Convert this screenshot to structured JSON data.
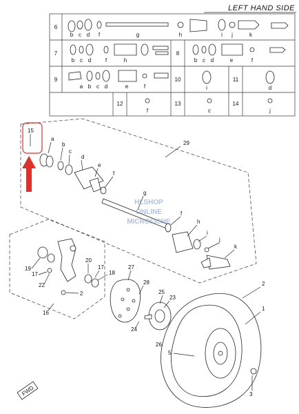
{
  "header": {
    "title": "LEFT HAND SIDE"
  },
  "grid": {
    "rows": [
      {
        "id": "6",
        "letters": [
          "b",
          "c",
          "d",
          "f",
          "g",
          "h",
          "i",
          "j",
          "k"
        ]
      },
      {
        "id": "7",
        "letters": [
          "b",
          "c",
          "d",
          "f",
          "h"
        ]
      },
      {
        "id": "8",
        "letters": [
          "b",
          "c",
          "d",
          "e",
          "f"
        ]
      },
      {
        "id": "9",
        "letters": [
          "a",
          "b",
          "c",
          "d",
          "e",
          "f"
        ]
      },
      {
        "id": "10",
        "letters": [
          "i"
        ]
      },
      {
        "id": "11",
        "letters": [
          "d"
        ]
      },
      {
        "id": "12",
        "letters": [
          "f"
        ]
      },
      {
        "id": "13",
        "letters": [
          "c"
        ]
      },
      {
        "id": "14",
        "letters": [
          "j"
        ]
      }
    ]
  },
  "callouts": {
    "c1": "1",
    "c2": "2",
    "c2b": "2",
    "c3": "3",
    "c5": "5",
    "c15": "15",
    "c16": "16",
    "c17": "17",
    "c18": "18",
    "c19": "19",
    "c20": "20",
    "c22": "22",
    "c23": "23",
    "c24": "24",
    "c25": "25",
    "c26": "26",
    "c27": "27",
    "c28": "28",
    "c29": "29"
  },
  "shaft_letters": {
    "a": "a",
    "b": "b",
    "c": "c",
    "d": "d",
    "e": "e",
    "f": "f",
    "g": "g",
    "f2": "f",
    "h": "h",
    "i": "i",
    "j": "j",
    "k": "k"
  },
  "watermark": {
    "line1": "HLSHOP",
    "line2": "ONLINE",
    "line3": "MICROFICHE"
  },
  "fwd": "FWD",
  "colors": {
    "arrow": "#e0302a",
    "highlight": "#e0302a",
    "line": "#222222"
  },
  "highlight_part": "15"
}
